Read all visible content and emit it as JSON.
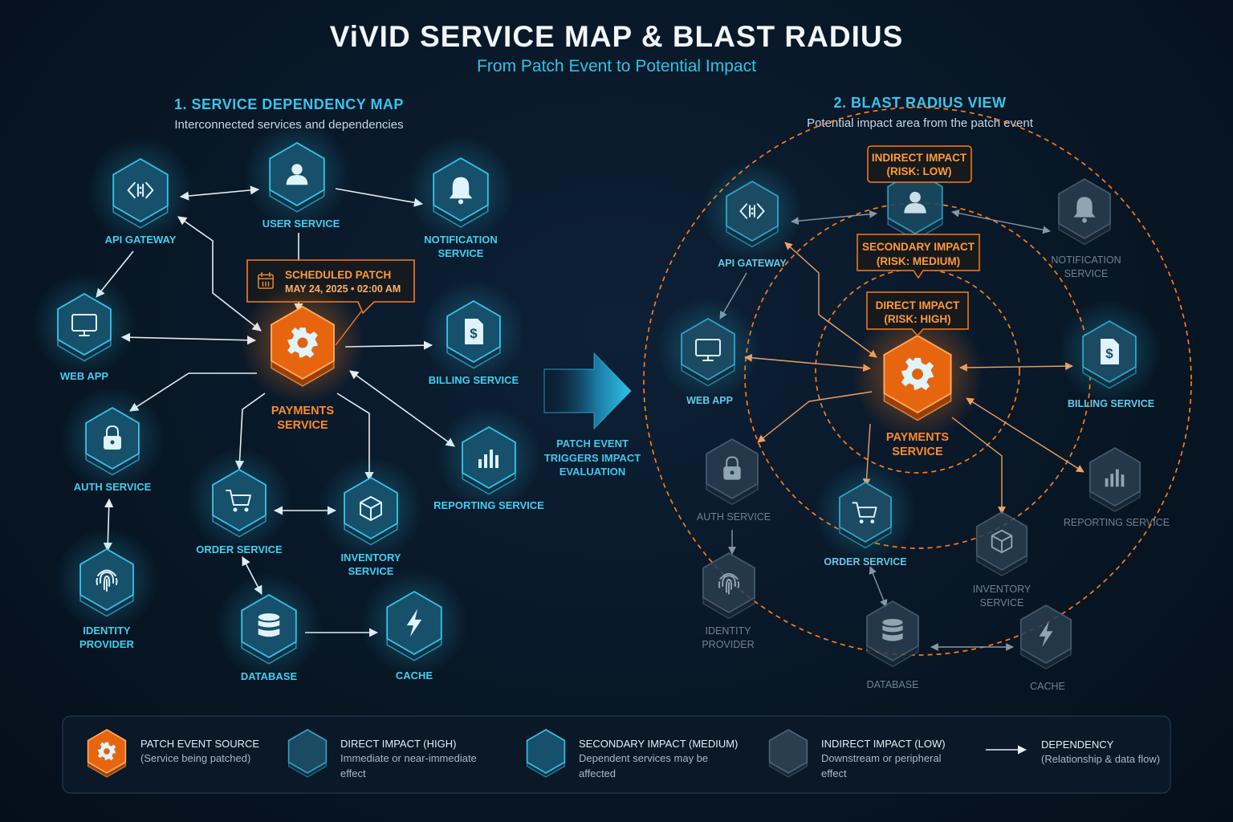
{
  "header": {
    "title": "ViVID SERVICE MAP & BLAST RADIUS",
    "subtitle": "From Patch Event to Potential Impact"
  },
  "left_panel": {
    "title": "1. SERVICE DEPENDENCY MAP",
    "subtitle": "Interconnected services and dependencies",
    "callout": {
      "line1": "SCHEDULED PATCH",
      "line2": "MAY 24, 2025  •  02:00 AM",
      "icon": "calendar-icon"
    },
    "nodes": {
      "api_gateway": {
        "label": "API GATEWAY",
        "icon": "code-icon"
      },
      "user_service": {
        "label": "USER SERVICE",
        "icon": "user-icon"
      },
      "notification_service": {
        "line1": "NOTIFICATION",
        "line2": "SERVICE",
        "icon": "bell-icon"
      },
      "web_app": {
        "label": "WEB APP",
        "icon": "monitor-icon"
      },
      "payments_service": {
        "line1": "PAYMENTS",
        "line2": "SERVICE",
        "icon": "gear-icon"
      },
      "billing_service": {
        "label": "BILLING SERVICE",
        "icon": "invoice-icon"
      },
      "auth_service": {
        "label": "AUTH SERVICE",
        "icon": "lock-icon"
      },
      "reporting_service": {
        "label": "REPORTING SERVICE",
        "icon": "bar-chart-icon"
      },
      "order_service": {
        "label": "ORDER SERVICE",
        "icon": "cart-icon"
      },
      "inventory_service": {
        "line1": "INVENTORY",
        "line2": "SERVICE",
        "icon": "box-icon"
      },
      "identity_provider": {
        "line1": "IDENTITY",
        "line2": "PROVIDER",
        "icon": "fingerprint-icon"
      },
      "database": {
        "label": "DATABASE",
        "icon": "database-icon"
      },
      "cache": {
        "label": "CACHE",
        "icon": "bolt-icon"
      }
    }
  },
  "transition": {
    "line1": "PATCH EVENT",
    "line2": "TRIGGERS IMPACT",
    "line3": "EVALUATION"
  },
  "right_panel": {
    "title": "2. BLAST RADIUS VIEW",
    "subtitle": "Potential impact area from the patch event",
    "zones": {
      "indirect": {
        "line1": "INDIRECT IMPACT",
        "line2": "(RISK: LOW)"
      },
      "secondary": {
        "line1": "SECONDARY IMPACT",
        "line2": "(RISK: MEDIUM)"
      },
      "direct": {
        "line1": "DIRECT IMPACT",
        "line2": "(RISK: HIGH)"
      }
    },
    "nodes": {
      "api_gateway": {
        "label": "API GATEWAY"
      },
      "notification_service": {
        "line1": "NOTIFICATION",
        "line2": "SERVICE"
      },
      "web_app": {
        "label": "WEB APP"
      },
      "payments_service": {
        "line1": "PAYMENTS",
        "line2": "SERVICE"
      },
      "billing_service": {
        "label": "BILLING SERVICE"
      },
      "auth_service": {
        "label": "AUTH SERVICE"
      },
      "reporting_service": {
        "label": "REPORTING SERVICE"
      },
      "order_service": {
        "label": "ORDER SERVICE"
      },
      "inventory_service": {
        "line1": "INVENTORY",
        "line2": "SERVICE"
      },
      "identity_provider": {
        "line1": "IDENTITY",
        "line2": "PROVIDER"
      },
      "database": {
        "label": "DATABASE"
      },
      "cache": {
        "label": "CACHE"
      }
    }
  },
  "legend": {
    "items": [
      {
        "title": "PATCH EVENT SOURCE",
        "line1": "(Service being patched)",
        "line2": ""
      },
      {
        "title": "DIRECT IMPACT (HIGH)",
        "line1": "Immediate or near-immediate",
        "line2": "effect"
      },
      {
        "title": "SECONDARY IMPACT (MEDIUM)",
        "line1": "Dependent services may be",
        "line2": "affected"
      },
      {
        "title": "INDIRECT IMPACT (LOW)",
        "line1": "Downstream or peripheral",
        "line2": "effect"
      },
      {
        "title": "DEPENDENCY",
        "line1": "(Relationship & data flow)",
        "line2": ""
      }
    ]
  },
  "colors": {
    "accent_cyan": "#2ec4e8",
    "patch_orange": "#ff7a1a",
    "background": "#081726",
    "indirect_gray": "#3a4d5e"
  }
}
